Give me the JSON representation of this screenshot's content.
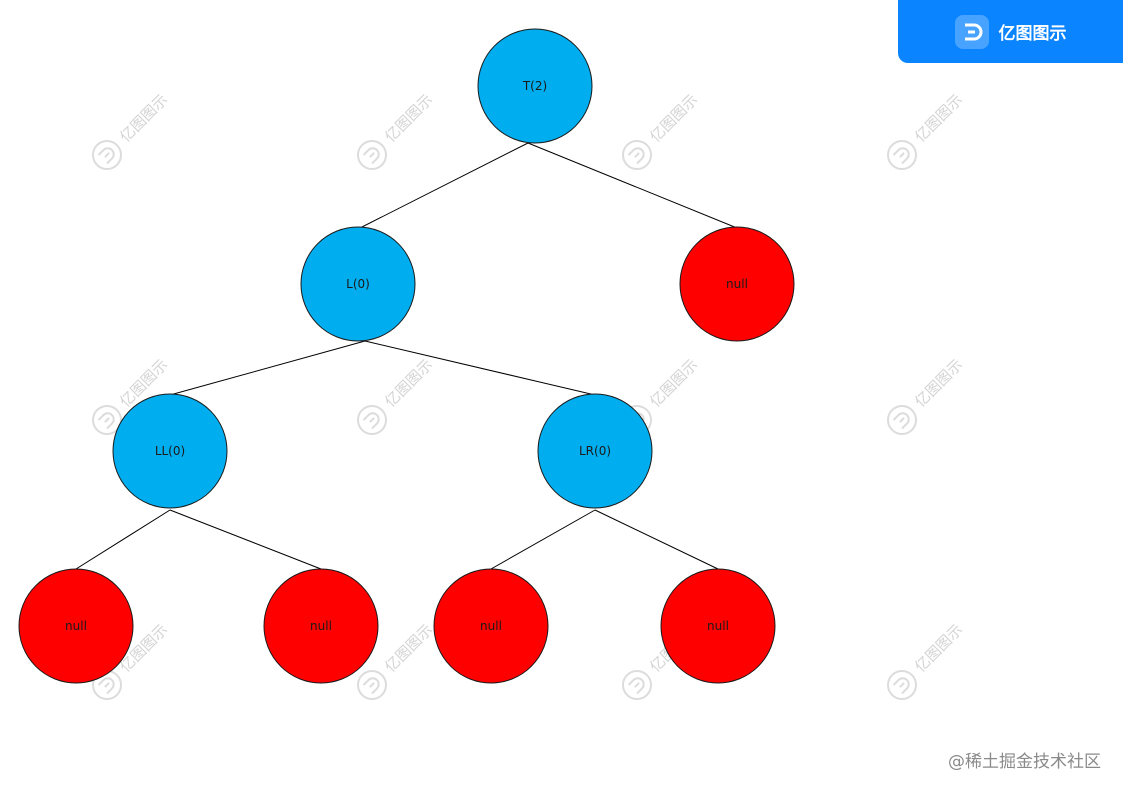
{
  "brand": {
    "name": "亿图图示",
    "color": "#0a84ff"
  },
  "footer": {
    "credit": "@稀土掘金技术社区"
  },
  "watermark": {
    "text": "亿图图示"
  },
  "colors": {
    "node_value": "#00aeef",
    "node_null": "#ff0000",
    "edge": "#000000"
  },
  "tree": {
    "nodes": [
      {
        "id": "T",
        "label": "T(2)",
        "kind": "value"
      },
      {
        "id": "L",
        "label": "L(0)",
        "kind": "value"
      },
      {
        "id": "R",
        "label": "null",
        "kind": "null"
      },
      {
        "id": "LL",
        "label": "LL(0)",
        "kind": "value"
      },
      {
        "id": "LR",
        "label": "LR(0)",
        "kind": "value"
      },
      {
        "id": "LLL",
        "label": "null",
        "kind": "null"
      },
      {
        "id": "LLR",
        "label": "null",
        "kind": "null"
      },
      {
        "id": "LRL",
        "label": "null",
        "kind": "null"
      },
      {
        "id": "LRR",
        "label": "null",
        "kind": "null"
      }
    ],
    "edges": [
      [
        "T",
        "L"
      ],
      [
        "T",
        "R"
      ],
      [
        "L",
        "LL"
      ],
      [
        "L",
        "LR"
      ],
      [
        "LL",
        "LLL"
      ],
      [
        "LL",
        "LLR"
      ],
      [
        "LR",
        "LRL"
      ],
      [
        "LR",
        "LRR"
      ]
    ]
  }
}
